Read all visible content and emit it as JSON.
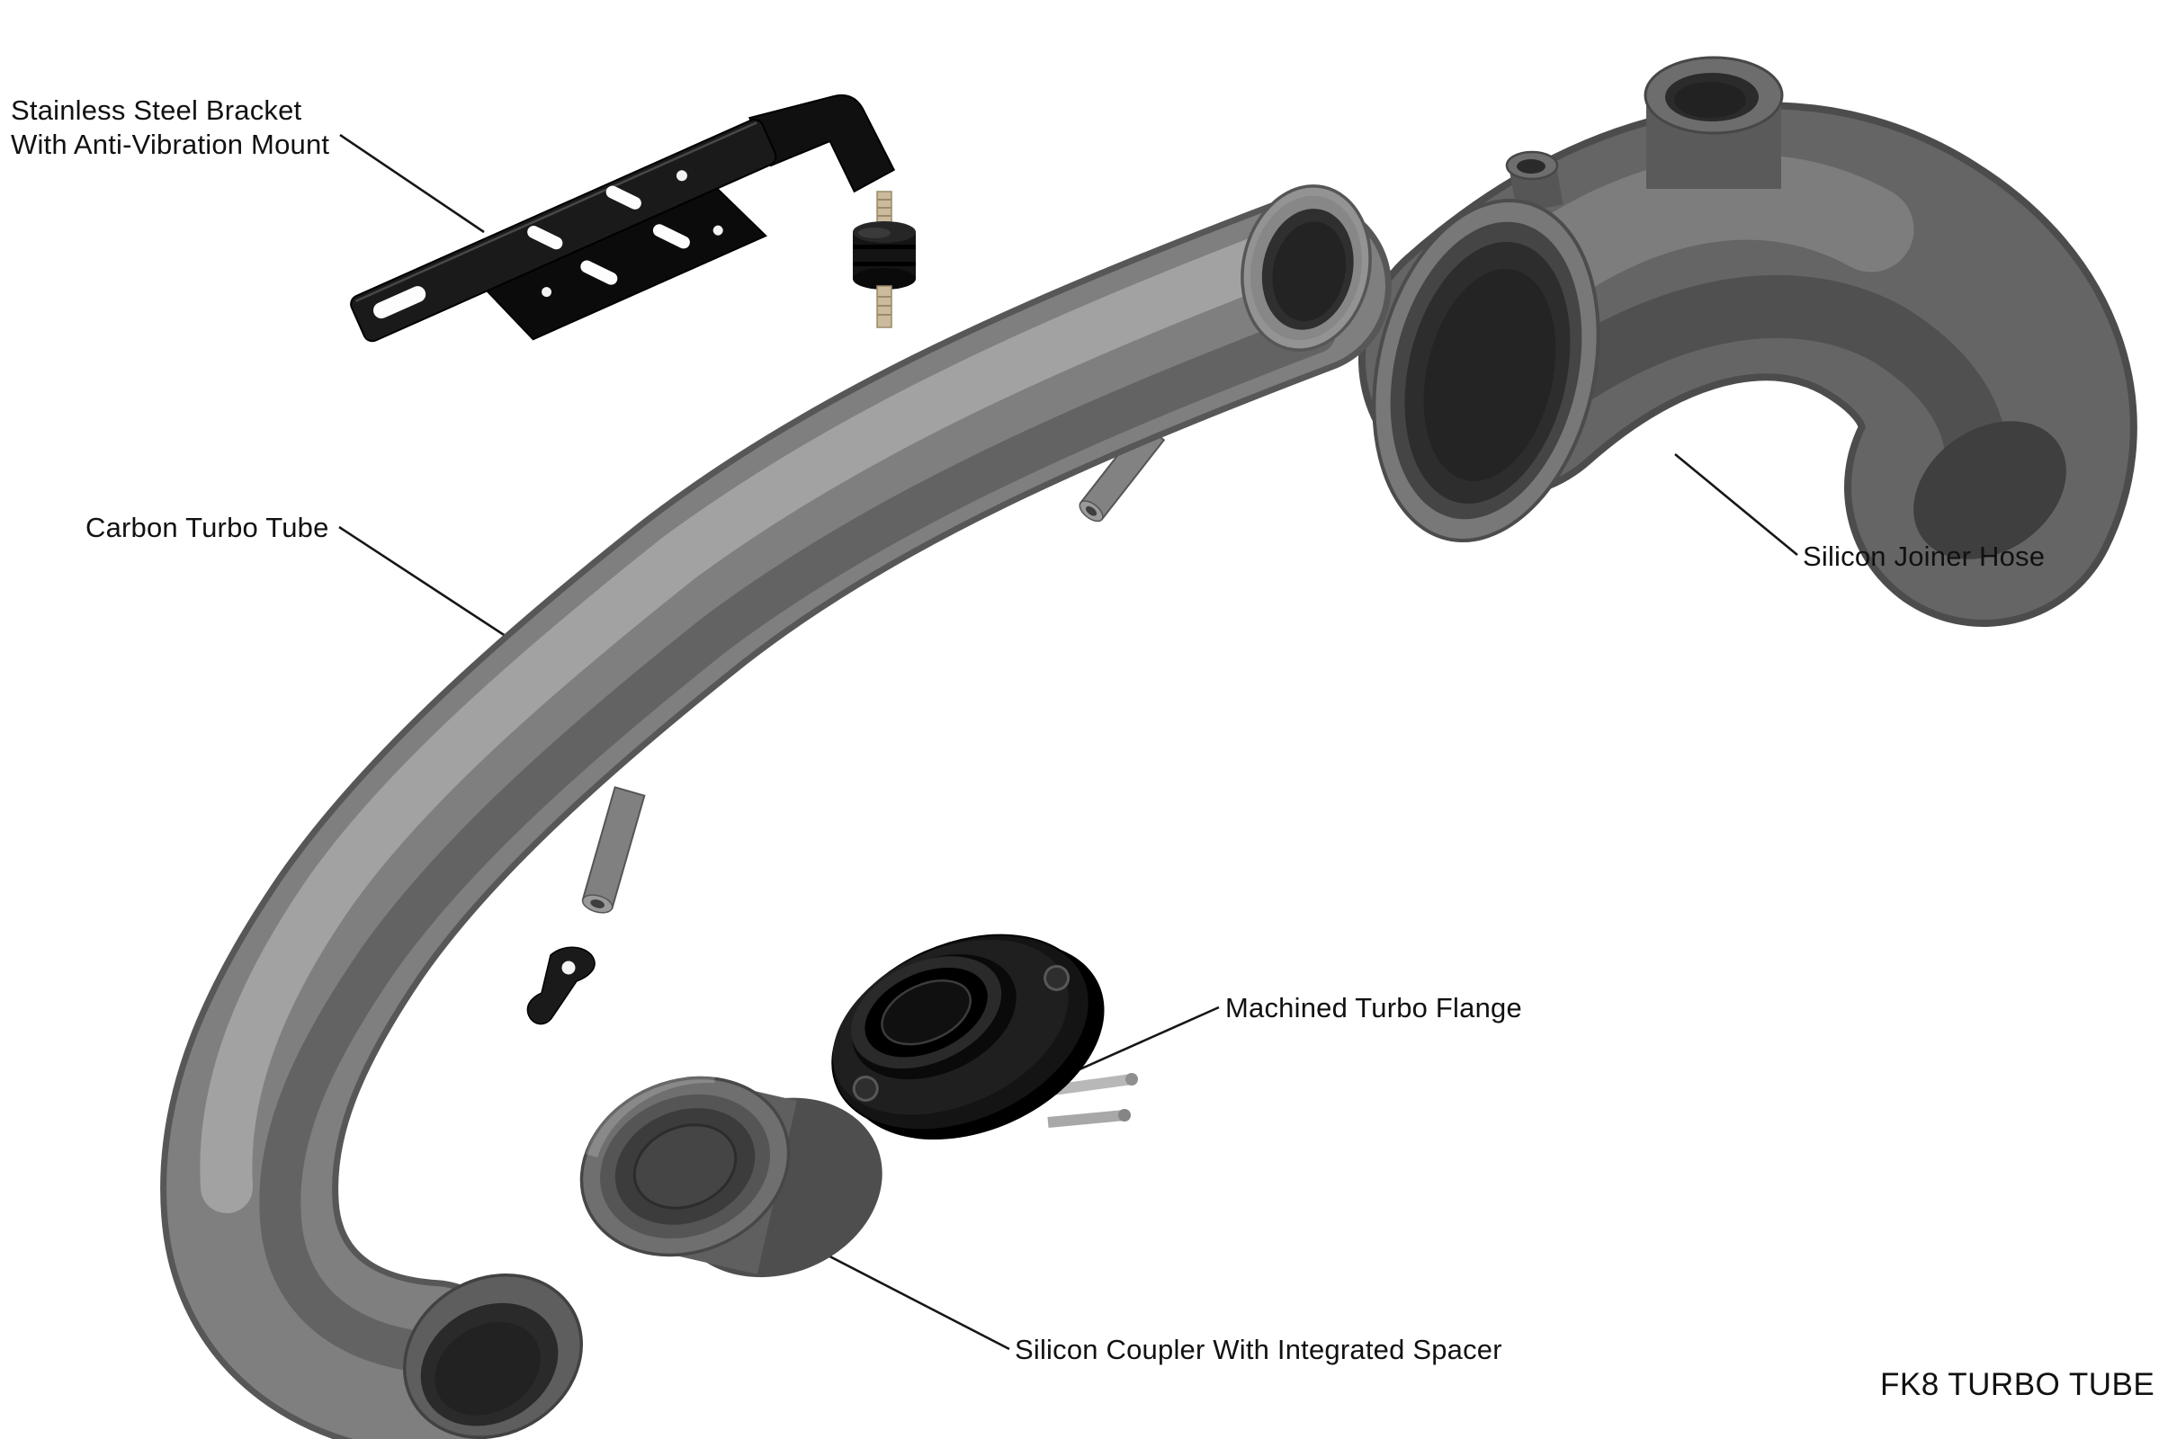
{
  "diagram": {
    "title": "FK8 TURBO TUBE",
    "labels": {
      "bracket_line1": "Stainless Steel Bracket",
      "bracket_line2": "With Anti-Vibration Mount",
      "carbon_tube": "Carbon Turbo Tube",
      "joiner_hose": "Silicon Joiner Hose",
      "turbo_flange": "Machined Turbo Flange",
      "coupler": "Silicon Coupler With Integrated Spacer"
    },
    "colors": {
      "background": "#ffffff",
      "tube_gray": "#7f7f7f",
      "hose_gray": "#656565",
      "part_black": "#111111",
      "stud_tan": "#cbbb9e",
      "leader_line": "#161616"
    }
  }
}
